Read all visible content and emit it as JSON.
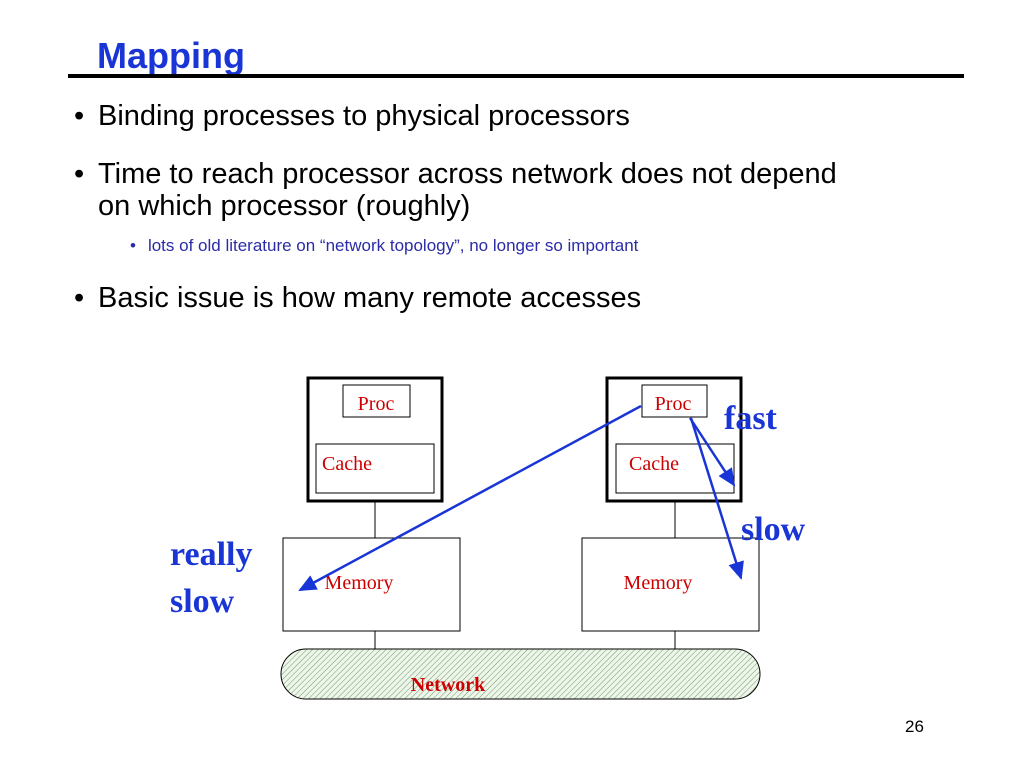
{
  "title": "Mapping",
  "bullets": [
    {
      "text": "Binding processes to physical processors"
    },
    {
      "text": "Time to reach processor across network does not depend on which processor (roughly)"
    },
    {
      "text": "lots of old literature on “network topology”, no longer so important"
    },
    {
      "text": "Basic issue is how many remote accesses"
    }
  ],
  "bullet_glyph": "•",
  "diagram": {
    "node_left": {
      "proc": "Proc",
      "cache": "Cache",
      "memory": "Memory"
    },
    "node_right": {
      "proc": "Proc",
      "cache": "Cache",
      "memory": "Memory"
    },
    "network": "Network",
    "annotations": {
      "fast": "fast",
      "slow": "slow",
      "really_slow_line1": "really",
      "really_slow_line2": "slow"
    }
  },
  "colors": {
    "title": "#1a35d6",
    "component_text": "#cc0000",
    "arrow": "#1a35d6",
    "sub_bullet": "#2b2ba8",
    "network_fill": "#dcead8"
  },
  "page_number": "26"
}
